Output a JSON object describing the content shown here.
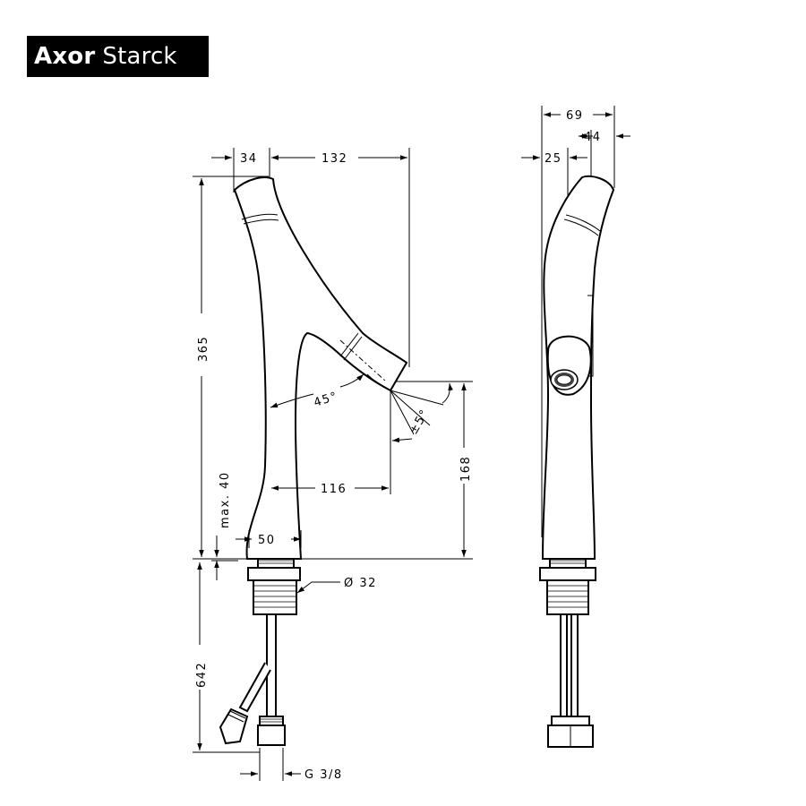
{
  "brand": {
    "bold": "Axor",
    "regular": "Starck"
  },
  "dimensions": {
    "d34": "34",
    "d132": "132",
    "d365": "365",
    "d45": "45°",
    "d5": "±5°",
    "d168": "168",
    "d116": "116",
    "dmax40": "max. 40",
    "d50": "50",
    "d32": "Ø 32",
    "d642": "642",
    "dg38": "G 3/8",
    "d69": "69",
    "d44": "44",
    "d25": "25"
  }
}
